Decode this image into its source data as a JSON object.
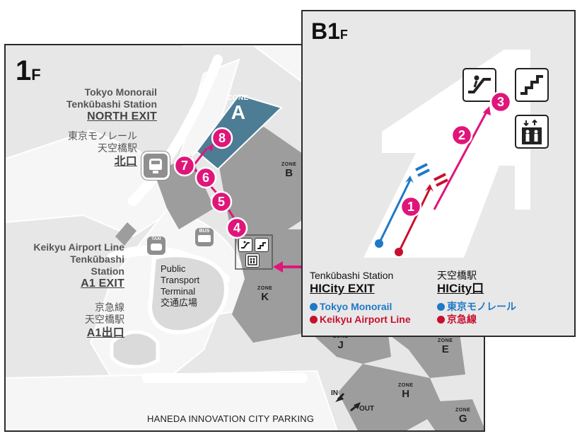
{
  "floor_1f": {
    "label_main": "1",
    "label_suffix": "F",
    "north_exit": {
      "en_line1": "Tokyo Monorail",
      "en_line2": "Tenkūbashi Station",
      "en_exit": "NORTH EXIT",
      "ja_line1": "東京モノレール",
      "ja_line2": "天空橋駅",
      "ja_exit": "北口"
    },
    "a1_exit": {
      "en_line1": "Keikyu Airport Line",
      "en_line2": "Tenkūbashi",
      "en_line3": "Station",
      "en_exit": "A1 EXIT",
      "ja_line1": "京急線",
      "ja_line2": "天空橋駅",
      "ja_exit": "A1出口"
    },
    "terminal": {
      "line1": "Public",
      "line2": "Transport",
      "line3": "Terminal",
      "line4": "交通広場"
    },
    "taxi_label": "TAXI",
    "bus_label": "BUS",
    "zone_word": "ZONE",
    "zones": {
      "a": "A",
      "b": "B",
      "k": "K",
      "j": "J",
      "e": "E",
      "h": "H",
      "g": "G"
    },
    "in_label": "IN",
    "out_label": "OUT",
    "parking_label": "HANEDA INNOVATION CITY PARKING",
    "route_steps": [
      "4",
      "5",
      "6",
      "7",
      "8"
    ]
  },
  "floor_b1f": {
    "label_main": "B1",
    "label_suffix": "F",
    "route_steps": [
      "1",
      "2",
      "3"
    ],
    "station_en": "Tenkūbashi Station",
    "exit_en": "HICity EXIT",
    "station_ja": "天空橋駅",
    "exit_ja": "HICity口",
    "legend": {
      "tokyo_monorail_en": "Tokyo Monorail",
      "keikyu_en": "Keikyu Airport Line",
      "tokyo_monorail_ja": "東京モノレール",
      "keikyu_ja": "京急線"
    }
  },
  "colors": {
    "route_pink": "#e0157a",
    "tokyo_monorail_blue": "#1f78c8",
    "keikyu_red": "#c8102e",
    "zone_a_fill": "#4d7d95",
    "building_gray": "#9d9d9d",
    "map_background": "#e7e7e7"
  },
  "icons": [
    "monorail-station-icon",
    "taxi-icon",
    "bus-icon",
    "escalator-icon",
    "stairs-icon",
    "elevator-icon"
  ]
}
